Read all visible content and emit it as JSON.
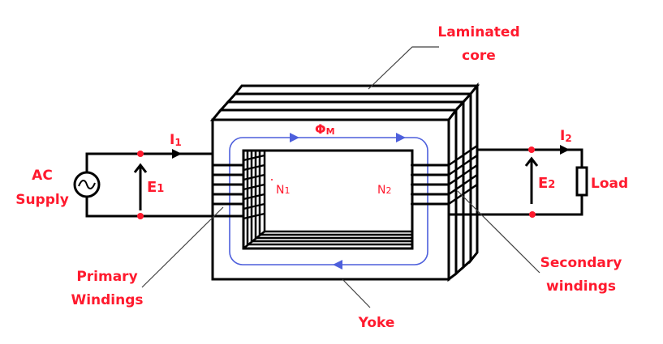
{
  "title": "Transformer construction",
  "colors": {
    "label": "#ff1a2e",
    "wire": "#000000",
    "flux": "#4d5fdc",
    "node": "#ff1a2e",
    "leader": "#404040"
  },
  "labels": {
    "laminated_core": [
      "Laminated",
      "core"
    ],
    "flux": "ΦM",
    "flux_main": "Φ",
    "flux_sub": "M",
    "current_primary": "I1",
    "current_primary_main": "I",
    "current_primary_sub": "1",
    "current_secondary_main": "I",
    "current_secondary_sub": "2",
    "ac_supply": [
      "AC",
      "Supply"
    ],
    "emf_primary_main": "E",
    "emf_primary_sub": "1",
    "emf_secondary_main": "E",
    "emf_secondary_sub": "2",
    "turns_primary_main": "N",
    "turns_primary_sub": "1",
    "turns_secondary_main": "N",
    "turns_secondary_sub": "2",
    "load": "Load",
    "primary_windings": [
      "Primary",
      "Windings"
    ],
    "secondary_windings": [
      "Secondary",
      "windings"
    ],
    "yoke": "Yoke"
  },
  "components": [
    {
      "id": "ac-source",
      "symbol": "sine-source-icon"
    },
    {
      "id": "load",
      "symbol": "resistor-icon"
    },
    {
      "id": "core",
      "type": "laminated core"
    },
    {
      "id": "primary-winding",
      "turns_label": "N1"
    },
    {
      "id": "secondary-winding",
      "turns_label": "N2"
    }
  ]
}
